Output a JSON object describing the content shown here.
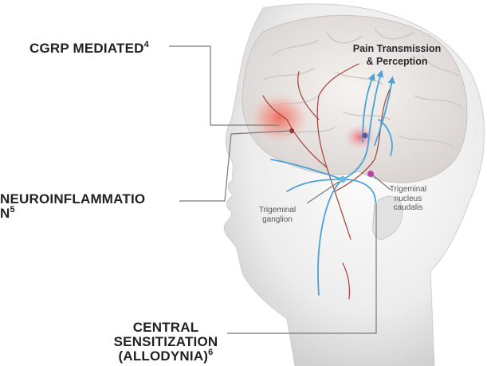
{
  "callouts": {
    "cgrp": {
      "label": "CGRP MEDIATED",
      "sup": "4"
    },
    "neuro": {
      "line1": "NEUROINFLAMMATIO",
      "line2": "N",
      "sup": "5"
    },
    "central": {
      "line1": "CENTRAL",
      "line2": "SENSITIZATION",
      "line3": "(ALLODYNIA)",
      "sup": "6"
    }
  },
  "annotations": {
    "pain_line1": "Pain Transmission",
    "pain_line2": "& Perception",
    "trigeminal_ganglion_line1": "Trigeminal",
    "trigeminal_ganglion_line2": "ganglion",
    "trigeminal_nucleus_line1": "Trigeminal",
    "trigeminal_nucleus_line2": "nucleus",
    "trigeminal_nucleus_line3": "caudalis"
  },
  "colors": {
    "hotspot": "#e8574a",
    "nerve_blue": "#4aa3d8",
    "vessel_red": "#a8403a",
    "leader": "#777777"
  }
}
